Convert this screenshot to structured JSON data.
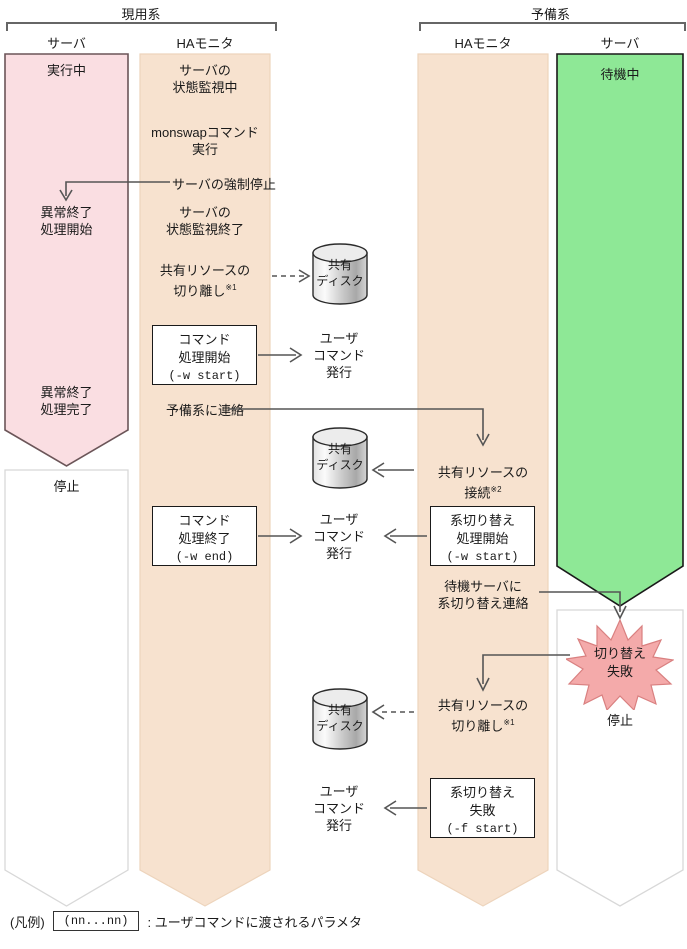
{
  "groups": {
    "active": "現用系",
    "standby": "予備系"
  },
  "lanes": {
    "active_server": "サーバ",
    "active_hamonitor": "HAモニタ",
    "standby_hamonitor": "HAモニタ",
    "standby_server": "サーバ"
  },
  "colors": {
    "active_server_fill": "#fadee2",
    "active_server_stroke": "#6b5558",
    "hamonitor_fill": "#f7e2cf",
    "hamonitor_stroke": "#e3c6a8",
    "standby_server_fill": "#8ee896",
    "standby_server_stroke": "#1a1a1a",
    "stopped_fill": "#ffffff",
    "stopped_stroke": "#d8d8d8",
    "star_fill": "#f4aaaa",
    "star_stroke": "#d98080",
    "arrow": "#555555",
    "bracket": "#666666"
  },
  "active_server": {
    "running": "実行中",
    "abend_start_l1": "異常終了",
    "abend_start_l2": "処理開始",
    "abend_done_l1": "異常終了",
    "abend_done_l2": "処理完了",
    "stopped": "停止"
  },
  "active_hamonitor": {
    "monitoring_l1": "サーバの",
    "monitoring_l2": "状態監視中",
    "monswap_l1": "monswapコマンド",
    "monswap_l2": "実行",
    "force_stop": "サーバの強制停止",
    "monitor_end_l1": "サーバの",
    "monitor_end_l2": "状態監視終了",
    "detach_l1": "共有リソースの",
    "detach_l2": "切り離し",
    "detach_note": "※1",
    "cmd_start_l1": "コマンド",
    "cmd_start_l2": "処理開始",
    "cmd_start_param": "(-w start)",
    "notify_standby": "予備系に連絡",
    "cmd_end_l1": "コマンド",
    "cmd_end_l2": "処理終了",
    "cmd_end_param": "(-w end)"
  },
  "standby_hamonitor": {
    "attach_l1": "共有リソースの",
    "attach_l2": "接続",
    "attach_note": "※2",
    "switch_start_l1": "系切り替え",
    "switch_start_l2": "処理開始",
    "switch_start_param": "(-w start)",
    "notify_standby_server_l1": "待機サーバに",
    "notify_standby_server_l2": "系切り替え連絡",
    "detach_l1": "共有リソースの",
    "detach_l2": "切り離し",
    "detach_note": "※1",
    "switch_fail_l1": "系切り替え",
    "switch_fail_l2": "失敗",
    "switch_fail_param": "(-f start)"
  },
  "standby_server": {
    "waiting": "待機中",
    "switch_fail_l1": "切り替え",
    "switch_fail_l2": "失敗",
    "stopped": "停止"
  },
  "middle": {
    "user_cmd_1_l1": "ユーザ",
    "user_cmd_1_l2": "コマンド",
    "user_cmd_1_l3": "発行",
    "user_cmd_2_l1": "ユーザ",
    "user_cmd_2_l2": "コマンド",
    "user_cmd_2_l3": "発行",
    "user_cmd_3_l1": "ユーザ",
    "user_cmd_3_l2": "コマンド",
    "user_cmd_3_l3": "発行"
  },
  "disks": [
    {
      "l1": "共有",
      "l2": "ディスク"
    },
    {
      "l1": "共有",
      "l2": "ディスク"
    },
    {
      "l1": "共有",
      "l2": "ディスク"
    }
  ],
  "legend": {
    "prefix": "(凡例)",
    "box": "(nn...nn)",
    "description": ": ユーザコマンドに渡されるパラメタ"
  }
}
